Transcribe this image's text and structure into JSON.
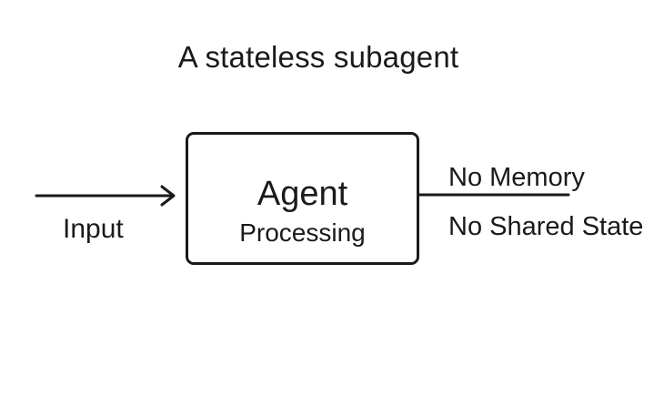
{
  "diagram": {
    "title": "A stateless subagent",
    "agent": {
      "name": "Agent",
      "subtitle": "Processing"
    },
    "input_label": "Input",
    "outputs": [
      "No Memory",
      "No Shared State"
    ]
  },
  "colors": {
    "stroke": "#1a1a1a",
    "background": "#ffffff"
  }
}
